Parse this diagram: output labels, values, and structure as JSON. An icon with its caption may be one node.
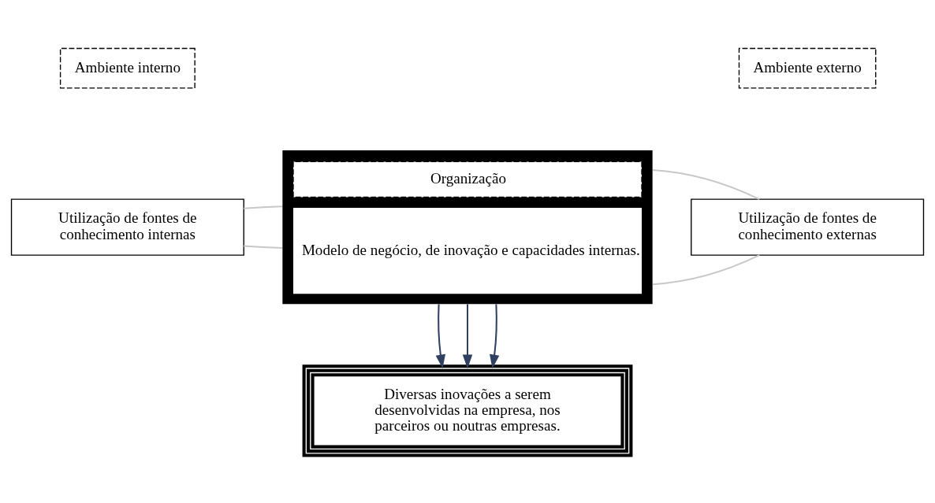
{
  "diagram": {
    "nodes": [
      {
        "text": [
          "Ambiente interno"
        ]
      },
      {
        "text": [
          "Organização",
          "Modelo de negócio, de inovação e capacidades internas."
        ]
      },
      {
        "text": [
          "Ambiente externo"
        ]
      },
      {
        "text": [
          "Utilização de fontes de conhecimento internas"
        ]
      },
      {
        "text": [
          "Utilização de fontes de conhecimento externas"
        ]
      },
      {
        "text": [
          "Diversas inovações a serem desenvolvidas na empresa, nos parceiros ou noutras empresas."
        ]
      }
    ],
    "edges": [
      {
        "from": 3,
        "to": 1,
        "arrow": "none",
        "color": "#c8c8c8"
      },
      {
        "from": 3,
        "to": 1,
        "arrow": "none",
        "color": "#c8c8c8"
      },
      {
        "from": 4,
        "to": 1,
        "arrow": "none",
        "color": "#c8c8c8"
      },
      {
        "from": 4,
        "to": 1,
        "arrow": "none",
        "color": "#c8c8c8"
      },
      {
        "from": 1,
        "to": 5,
        "arrow": "to",
        "color": "#2f4060"
      },
      {
        "from": 1,
        "to": 5,
        "arrow": "to",
        "color": "#2f4060"
      },
      {
        "from": 1,
        "to": 5,
        "arrow": "to",
        "color": "#2f4060"
      }
    ]
  }
}
